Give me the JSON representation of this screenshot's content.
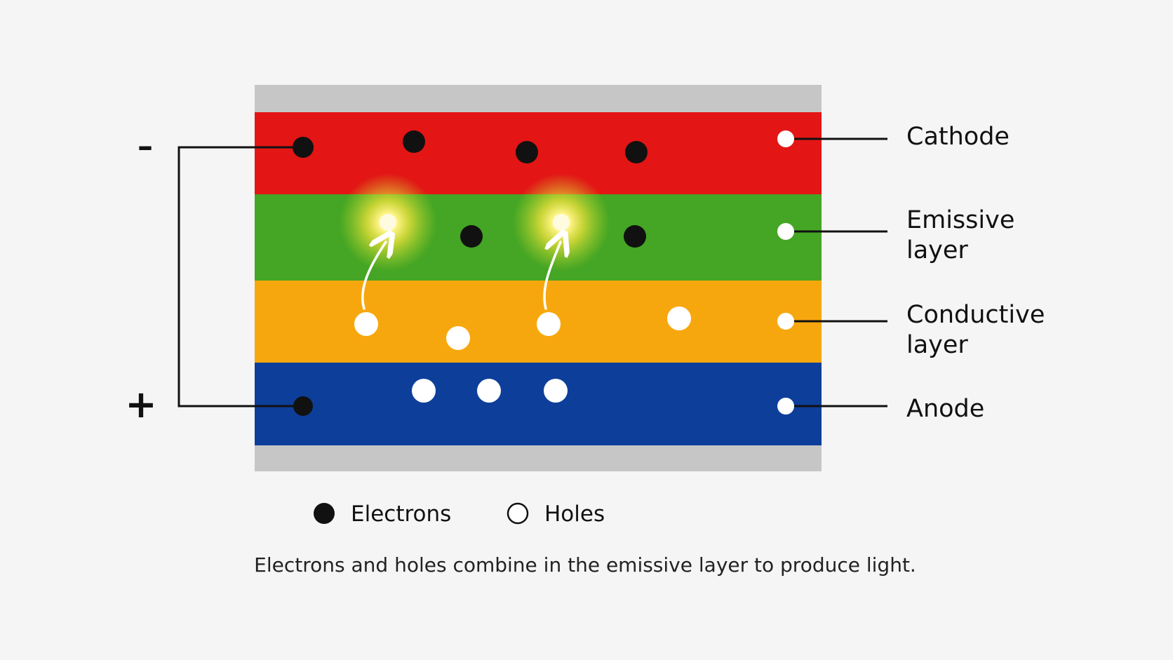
{
  "colors": {
    "background": "#f5f5f5",
    "substrate": "#c6c6c6",
    "cathode": "#e31515",
    "emissive": "#45a524",
    "conductive": "#f7a70e",
    "anode": "#0d3f9a",
    "electron": "#111111",
    "hole": "#ffffff",
    "glow": "#fff27a"
  },
  "terminals": {
    "negative": "–",
    "positive": "+"
  },
  "layers": [
    {
      "id": "cathode",
      "label_lines": [
        "Cathode"
      ]
    },
    {
      "id": "emissive",
      "label_lines": [
        "Emissive",
        "layer"
      ]
    },
    {
      "id": "conductive",
      "label_lines": [
        "Conductive",
        "layer"
      ]
    },
    {
      "id": "anode",
      "label_lines": [
        "Anode"
      ]
    }
  ],
  "legend": {
    "electrons": "Electrons",
    "holes": "Holes"
  },
  "caption": "Electrons and holes combine in the emissive layer to produce light."
}
